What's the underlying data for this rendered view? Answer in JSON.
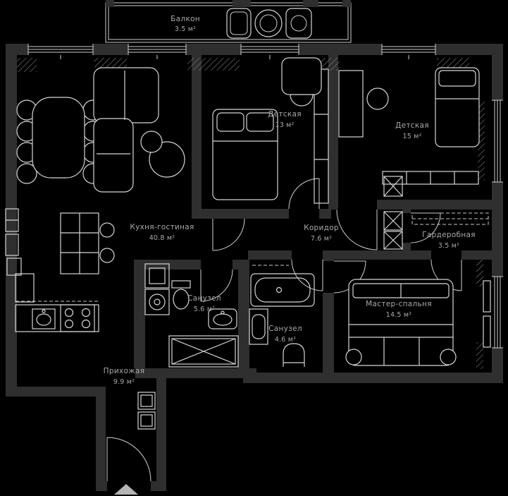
{
  "plan": {
    "type": "apartment-floor-plan",
    "colors": {
      "background": "#000000",
      "walls": "#2f2f2f",
      "lines": "#d6d6d6",
      "labels": "#a9a9a9"
    },
    "rooms": [
      {
        "id": "balcony",
        "name": "Балкон",
        "area": "3.5 м²"
      },
      {
        "id": "kitchen-living",
        "name": "Кухня-гостиная",
        "area": "40.8 м²"
      },
      {
        "id": "kids-room-1",
        "name": "Детская",
        "area": "13 м²"
      },
      {
        "id": "kids-room-2",
        "name": "Детская",
        "area": "15 м²"
      },
      {
        "id": "corridor",
        "name": "Коридор",
        "area": "7.6 м²"
      },
      {
        "id": "wardrobe",
        "name": "Гардеробная",
        "area": "3.5 м²"
      },
      {
        "id": "bathroom-1",
        "name": "Санузел",
        "area": "5.6 м²"
      },
      {
        "id": "bathroom-2",
        "name": "Санузел",
        "area": "4.6 м²"
      },
      {
        "id": "master-bedroom",
        "name": "Мастер-спальня",
        "area": "14.5 м²"
      },
      {
        "id": "hallway",
        "name": "Прихожая",
        "area": "9.9 м²"
      }
    ],
    "entrance_marker": "entrance-arrow"
  }
}
